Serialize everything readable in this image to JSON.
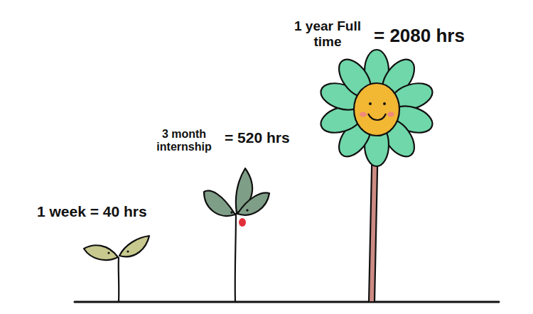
{
  "diagram": {
    "labels": [
      "1 week = 40 hrs",
      "3 month internship",
      "= 520 hrs",
      "1 year Full time",
      "= 2080 hrs"
    ]
  }
}
